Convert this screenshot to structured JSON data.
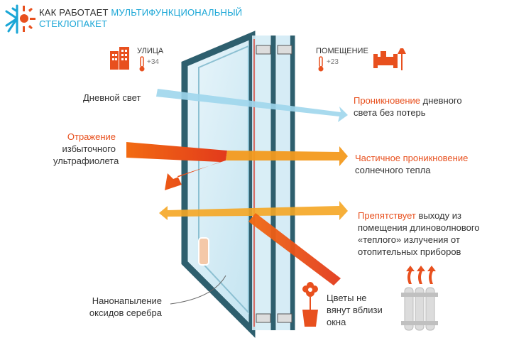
{
  "header": {
    "title_dark": "КАК РАБОТАЕТ ",
    "title_accent": "МУЛЬТИФУНКЦИОНАЛЬНЫЙ",
    "title_line2": "СТЕКЛОПАКЕТ"
  },
  "outside": {
    "label": "УЛИЦА",
    "temp": "+34"
  },
  "inside": {
    "label": "ПОМЕЩЕНИЕ",
    "temp": "+23"
  },
  "labels": {
    "daylight": "Дневной свет",
    "reflection_accent": "Отражение",
    "reflection_line2": "избыточного",
    "reflection_line3": "ультрафиолета",
    "penetration_accent": "Проникновение",
    "penetration_rest": " дневного",
    "penetration_line2": "света без потерь",
    "partial_accent": "Частичное проникновение",
    "partial_line2": "солнечного тепла",
    "prevents_accent": "Препятствует",
    "prevents_rest": " выходу из",
    "prevents_line2": "помещения длиноволнового",
    "prevents_line3": "«теплого» излучения от",
    "prevents_line4": "отопительных приборов",
    "nano_line1": "Нанонапыление",
    "nano_line2": "оксидов серебра",
    "flowers_line1": "Цветы не",
    "flowers_line2": "вянут вблизи",
    "flowers_line3": "окна"
  },
  "colors": {
    "accent": "#e8501e",
    "blue_text": "#1aa6d6",
    "frame": "#2e5f6e",
    "glass": "#cfe9f4",
    "light_arrow": "#9fd6ec",
    "orange_arrow": "#f39a1e"
  }
}
